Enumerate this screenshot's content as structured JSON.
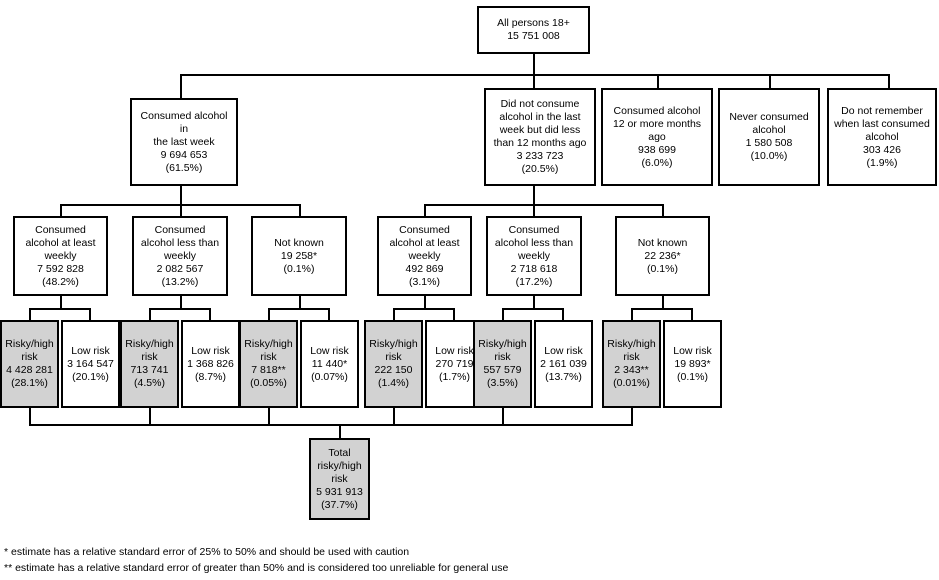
{
  "figure": {
    "type": "flowchart",
    "orientation": "top-down",
    "shaded_fill": "#d2d2d2",
    "border_color": "#000000",
    "background": "#ffffff"
  },
  "root": {
    "label": "All persons 18+",
    "count": "15 751 008",
    "percent": ""
  },
  "level2": [
    {
      "name": "consumed-last-week",
      "lines": [
        "Consumed alcohol in",
        "the last week"
      ],
      "count": "9 694 653",
      "percent": "(61.5%)"
    },
    {
      "name": "not-last-week-within-12-months",
      "lines": [
        "Did not consume",
        "alcohol in the last",
        "week but did less",
        "than 12 months ago"
      ],
      "count": "3 233 723",
      "percent": "(20.5%)"
    },
    {
      "name": "consumed-12-or-more-months-ago",
      "lines": [
        "Consumed alcohol",
        "12 or more months",
        "ago"
      ],
      "count": "938 699",
      "percent": "(6.0%)"
    },
    {
      "name": "never-consumed",
      "lines": [
        "Never consumed",
        "alcohol"
      ],
      "count": "1 580 508",
      "percent": "(10.0%)"
    },
    {
      "name": "do-not-remember",
      "lines": [
        "Do not remember",
        "when last consumed",
        "alcohol"
      ],
      "count": "303 426",
      "percent": "(1.9%)"
    }
  ],
  "level3": [
    {
      "name": "lw-at-least-weekly",
      "lines": [
        "Consumed",
        "alcohol at least",
        "weekly"
      ],
      "count": "7 592 828",
      "percent": "(48.2%)"
    },
    {
      "name": "lw-less-than-weekly",
      "lines": [
        "Consumed",
        "alcohol less than",
        "weekly"
      ],
      "count": "2 082 567",
      "percent": "(13.2%)"
    },
    {
      "name": "lw-not-known",
      "lines": [
        "Not known"
      ],
      "count": "19 258*",
      "percent": "(0.1%)"
    },
    {
      "name": "nlw-at-least-weekly",
      "lines": [
        "Consumed",
        "alcohol at least",
        "weekly"
      ],
      "count": "492 869",
      "percent": "(3.1%)"
    },
    {
      "name": "nlw-less-than-weekly",
      "lines": [
        "Consumed",
        "alcohol less than",
        "weekly"
      ],
      "count": "2 718 618",
      "percent": "(17.2%)"
    },
    {
      "name": "nlw-not-known",
      "lines": [
        "Not known"
      ],
      "count": "22 236*",
      "percent": "(0.1%)"
    }
  ],
  "level4": [
    {
      "name": "risk-1-risky",
      "lines": [
        "Risky/high",
        "risk"
      ],
      "count": "4 428 281",
      "percent": "(28.1%)",
      "shaded": true
    },
    {
      "name": "risk-1-low",
      "lines": [
        "Low risk"
      ],
      "count": "3 164 547",
      "percent": "(20.1%)",
      "shaded": false
    },
    {
      "name": "risk-2-risky",
      "lines": [
        "Risky/high",
        "risk"
      ],
      "count": "713 741",
      "percent": "(4.5%)",
      "shaded": true
    },
    {
      "name": "risk-2-low",
      "lines": [
        "Low risk"
      ],
      "count": "1 368 826",
      "percent": "(8.7%)",
      "shaded": false
    },
    {
      "name": "risk-3-risky",
      "lines": [
        "Risky/high",
        "risk"
      ],
      "count": "7 818**",
      "percent": "(0.05%)",
      "shaded": true
    },
    {
      "name": "risk-3-low",
      "lines": [
        "Low risk"
      ],
      "count": "11 440*",
      "percent": "(0.07%)",
      "shaded": false
    },
    {
      "name": "risk-4-risky",
      "lines": [
        "Risky/high",
        "risk"
      ],
      "count": "222 150",
      "percent": "(1.4%)",
      "shaded": true
    },
    {
      "name": "risk-4-low",
      "lines": [
        "Low risk"
      ],
      "count": "270 719",
      "percent": "(1.7%)",
      "shaded": false
    },
    {
      "name": "risk-5-risky",
      "lines": [
        "Risky/high",
        "risk"
      ],
      "count": "557 579",
      "percent": "(3.5%)",
      "shaded": true
    },
    {
      "name": "risk-5-low",
      "lines": [
        "Low risk"
      ],
      "count": "2 161 039",
      "percent": "(13.7%)",
      "shaded": false
    },
    {
      "name": "risk-6-risky",
      "lines": [
        "Risky/high",
        "risk"
      ],
      "count": "2 343**",
      "percent": "(0.01%)",
      "shaded": true
    },
    {
      "name": "risk-6-low",
      "lines": [
        "Low risk"
      ],
      "count": "19 893*",
      "percent": "(0.1%)",
      "shaded": false
    }
  ],
  "total": {
    "name": "total-risky-high-risk",
    "lines": [
      "Total",
      "risky/high",
      "risk"
    ],
    "count": "5 931 913",
    "percent": "(37.7%)",
    "shaded": true
  },
  "footnotes": [
    "* estimate has a relative standard error of 25% to 50% and should be used with caution",
    "** estimate has a relative standard error of greater than 50% and is considered too unreliable for general use"
  ]
}
